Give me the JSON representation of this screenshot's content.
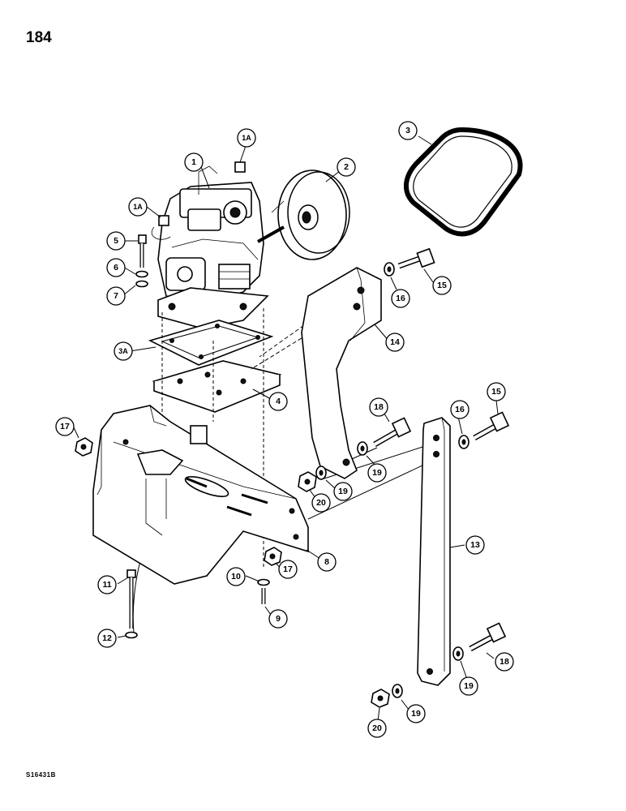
{
  "page": {
    "number": "184",
    "code": "S16431B"
  },
  "callouts": {
    "c1": "1",
    "c1a_top": "1A",
    "c1a_left": "1A",
    "c2": "2",
    "c3": "3",
    "c3a": "3A",
    "c4": "4",
    "c5": "5",
    "c6": "6",
    "c7": "7",
    "c8": "8",
    "c9": "9",
    "c10": "10",
    "c11": "11",
    "c12": "12",
    "c13": "13",
    "c14": "14",
    "c15a": "15",
    "c15b": "15",
    "c16a": "16",
    "c16b": "16",
    "c17a": "17",
    "c17b": "17",
    "c18a": "18",
    "c18b": "18",
    "c19a": "19",
    "c19b": "19",
    "c19c": "19",
    "c19d": "19",
    "c20a": "20",
    "c20b": "20"
  }
}
